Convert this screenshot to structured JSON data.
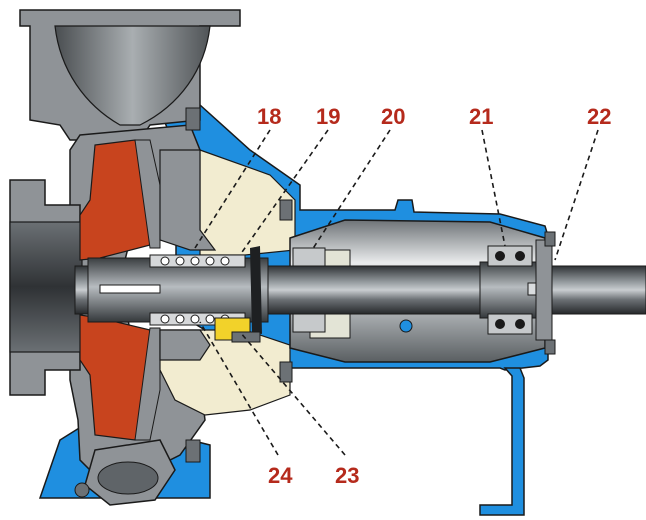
{
  "labels": {
    "n18": "18",
    "n19": "19",
    "n20": "20",
    "n21": "21",
    "n22": "22",
    "n23": "23",
    "n24": "24"
  },
  "colors": {
    "label": "#b52a1c",
    "casing": "#8f9397",
    "casing_dark": "#5f6468",
    "bracket": "#1f8fe0",
    "impeller": "#c8441e",
    "cavity": "#f2ecd0",
    "shaft": "#4e5357",
    "seal": "#f2d22a",
    "outline": "#1a1a1a"
  }
}
